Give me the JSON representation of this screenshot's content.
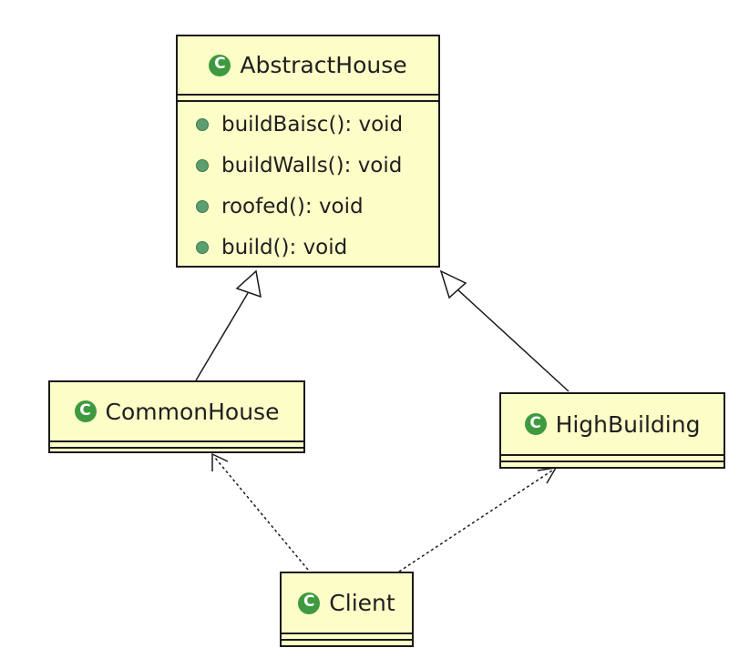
{
  "classes": {
    "abstract_house": {
      "name": "AbstractHouse",
      "methods": [
        "buildBaisc(): void",
        "buildWalls(): void",
        "roofed(): void",
        "build(): void"
      ]
    },
    "common_house": {
      "name": "CommonHouse"
    },
    "high_building": {
      "name": "HighBuilding"
    },
    "client": {
      "name": "Client"
    }
  },
  "icon_glyph": "C",
  "colors": {
    "class_fill": "#fdfdc8",
    "border": "#1a1a1a",
    "icon_green": "#3f9a3f",
    "method_dot": "#5d9e6f"
  }
}
